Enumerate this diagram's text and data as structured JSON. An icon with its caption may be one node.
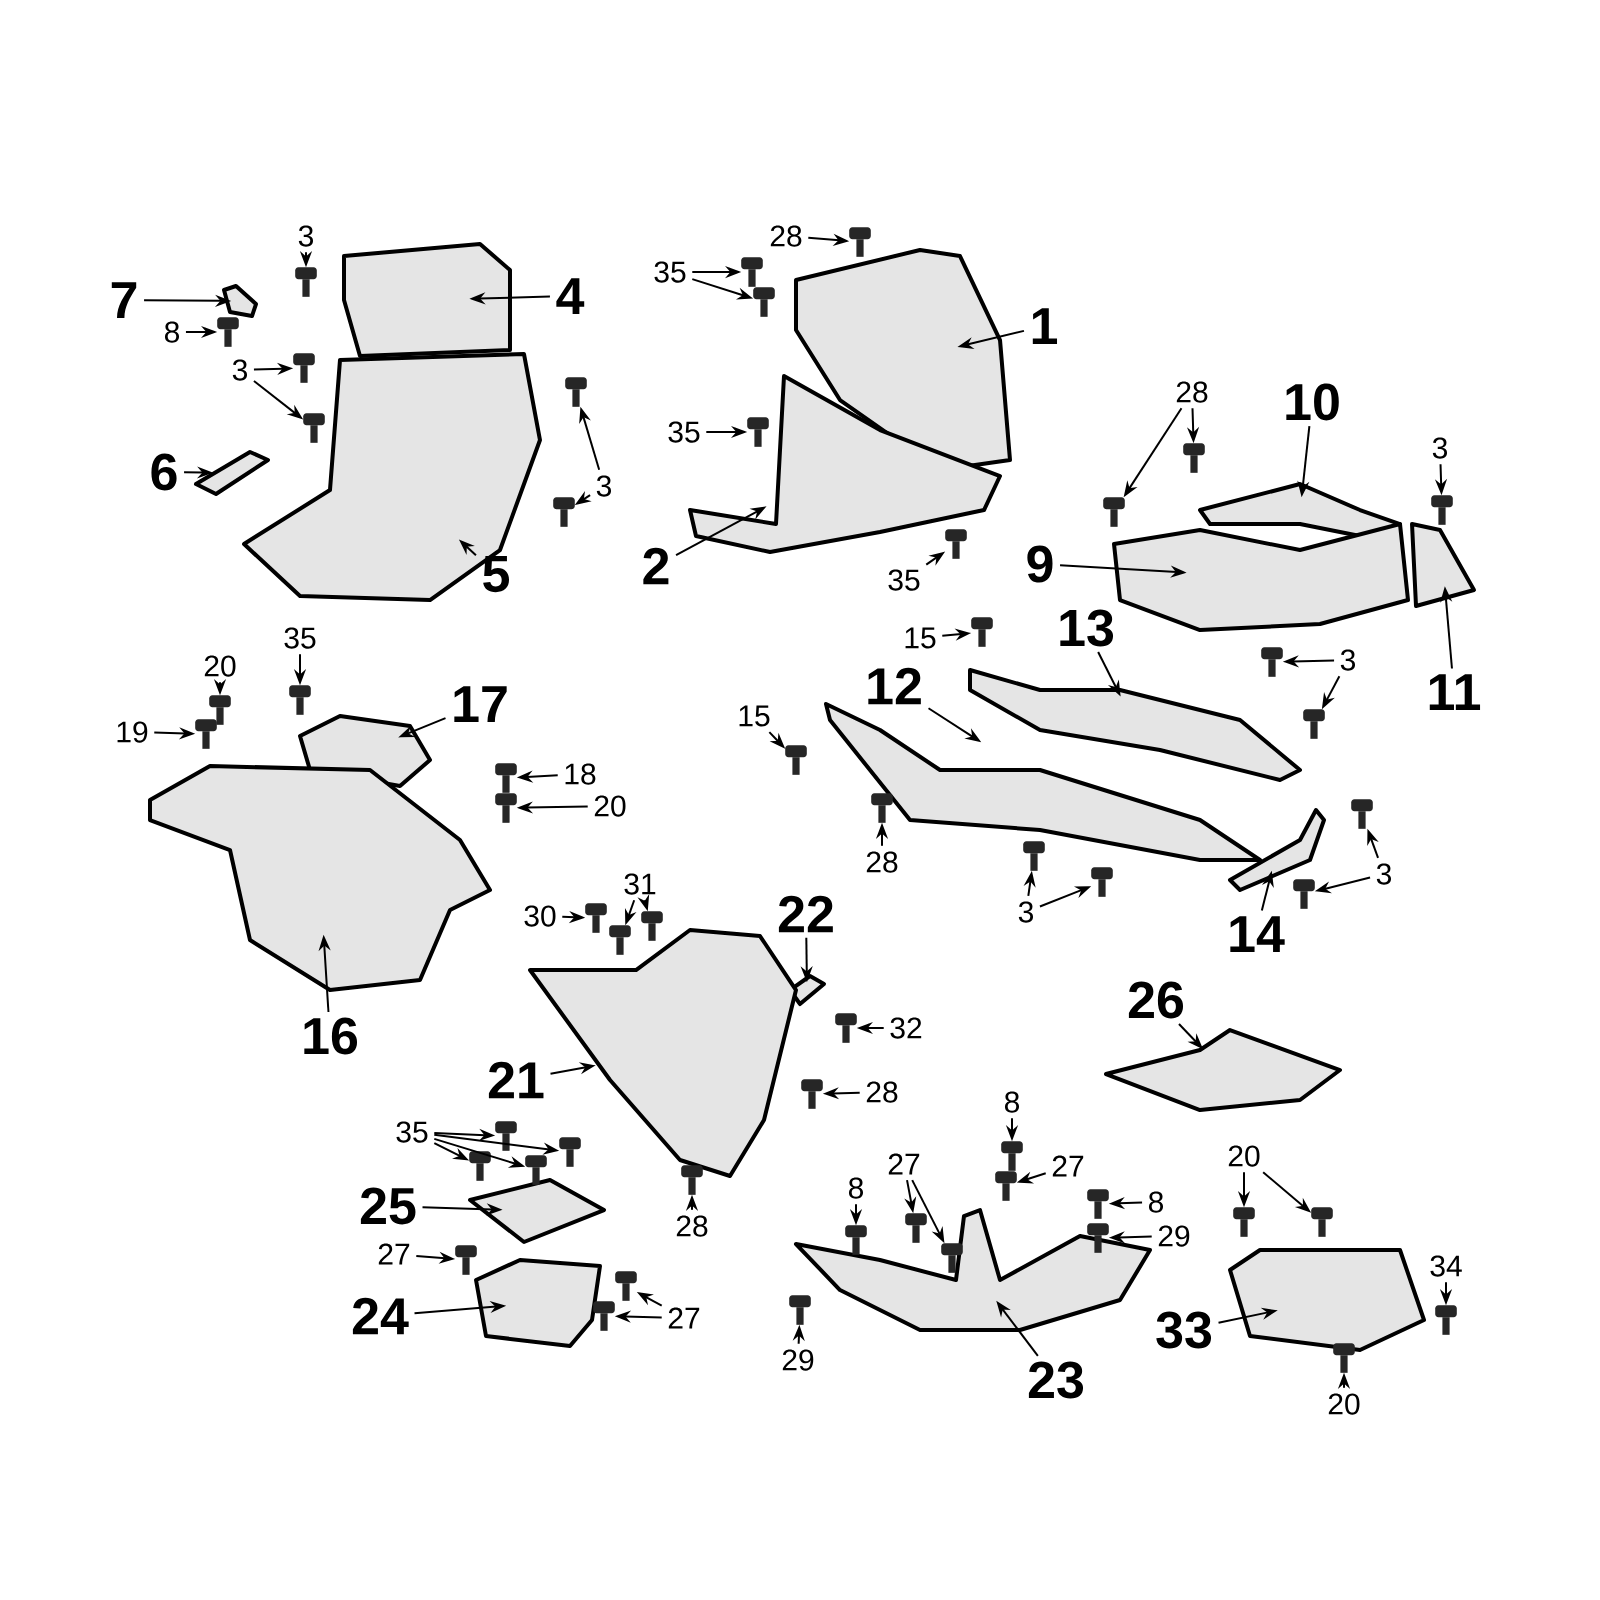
{
  "diagram": {
    "nodes": [
      {
        "text": [
          "7"
        ]
      },
      {
        "text": [],
        "shape": "picture"
      },
      {
        "text": [
          "3"
        ]
      },
      {
        "text": [],
        "shape": "picture"
      },
      {
        "text": [
          "4"
        ]
      },
      {
        "text": [],
        "shape": "picture"
      },
      {
        "text": [
          "8"
        ]
      },
      {
        "text": [],
        "shape": "picture"
      },
      {
        "text": [
          "3"
        ]
      },
      {
        "text": [],
        "shape": "picture"
      },
      {
        "text": [],
        "shape": "picture"
      },
      {
        "text": [
          "6"
        ]
      },
      {
        "text": [],
        "shape": "picture"
      },
      {
        "text": [
          "3"
        ]
      },
      {
        "text": [],
        "shape": "picture"
      },
      {
        "text": [],
        "shape": "picture"
      },
      {
        "text": [
          "5"
        ]
      },
      {
        "text": [],
        "shape": "picture"
      },
      {
        "text": [
          "28"
        ]
      },
      {
        "text": [],
        "shape": "picture"
      },
      {
        "text": [
          "35"
        ]
      },
      {
        "text": [],
        "shape": "picture"
      },
      {
        "text": [],
        "shape": "picture"
      },
      {
        "text": [
          "1"
        ]
      },
      {
        "text": [],
        "shape": "picture"
      },
      {
        "text": [
          "35"
        ]
      },
      {
        "text": [],
        "shape": "picture"
      },
      {
        "text": [
          "2"
        ]
      },
      {
        "text": [],
        "shape": "picture"
      },
      {
        "text": [
          "35"
        ]
      },
      {
        "text": [],
        "shape": "picture"
      },
      {
        "text": [
          "28"
        ]
      },
      {
        "text": [],
        "shape": "picture"
      },
      {
        "text": [],
        "shape": "picture"
      },
      {
        "text": [
          "10"
        ]
      },
      {
        "text": [],
        "shape": "picture"
      },
      {
        "text": [
          "3"
        ]
      },
      {
        "text": [],
        "shape": "picture"
      },
      {
        "text": [
          "9"
        ]
      },
      {
        "text": [],
        "shape": "picture"
      },
      {
        "text": [
          "11"
        ]
      },
      {
        "text": [],
        "shape": "picture"
      },
      {
        "text": [
          "3"
        ]
      },
      {
        "text": [],
        "shape": "picture"
      },
      {
        "text": [],
        "shape": "picture"
      },
      {
        "text": [
          "15"
        ]
      },
      {
        "text": [],
        "shape": "picture"
      },
      {
        "text": [
          "13"
        ]
      },
      {
        "text": [],
        "shape": "picture"
      },
      {
        "text": [
          "15"
        ]
      },
      {
        "text": [],
        "shape": "picture"
      },
      {
        "text": [
          "12"
        ]
      },
      {
        "text": [],
        "shape": "picture"
      },
      {
        "text": [
          "28"
        ]
      },
      {
        "text": [],
        "shape": "picture"
      },
      {
        "text": [
          "3"
        ]
      },
      {
        "text": [],
        "shape": "picture"
      },
      {
        "text": [],
        "shape": "picture"
      },
      {
        "text": [
          "14"
        ]
      },
      {
        "text": [],
        "shape": "picture"
      },
      {
        "text": [
          "3"
        ]
      },
      {
        "text": [],
        "shape": "picture"
      },
      {
        "text": [],
        "shape": "picture"
      },
      {
        "text": [
          "20"
        ]
      },
      {
        "text": [],
        "shape": "picture"
      },
      {
        "text": [
          "19"
        ]
      },
      {
        "text": [],
        "shape": "picture"
      },
      {
        "text": [
          "35"
        ]
      },
      {
        "text": [],
        "shape": "picture"
      },
      {
        "text": [
          "17"
        ]
      },
      {
        "text": [],
        "shape": "picture"
      },
      {
        "text": [
          "18"
        ]
      },
      {
        "text": [],
        "shape": "picture"
      },
      {
        "text": [
          "20"
        ]
      },
      {
        "text": [],
        "shape": "picture"
      },
      {
        "text": [
          "16"
        ]
      },
      {
        "text": [],
        "shape": "picture"
      },
      {
        "text": [
          "30"
        ]
      },
      {
        "text": [],
        "shape": "picture"
      },
      {
        "text": [
          "31"
        ]
      },
      {
        "text": [],
        "shape": "picture"
      },
      {
        "text": [],
        "shape": "picture"
      },
      {
        "text": [
          "22"
        ]
      },
      {
        "text": [],
        "shape": "picture"
      },
      {
        "text": [
          "32"
        ]
      },
      {
        "text": [],
        "shape": "picture"
      },
      {
        "text": [
          "21"
        ]
      },
      {
        "text": [],
        "shape": "picture"
      },
      {
        "text": [
          "28"
        ]
      },
      {
        "text": [],
        "shape": "picture"
      },
      {
        "text": [
          "28"
        ]
      },
      {
        "text": [],
        "shape": "picture"
      },
      {
        "text": [
          "35"
        ]
      },
      {
        "text": [],
        "shape": "picture"
      },
      {
        "text": [],
        "shape": "picture"
      },
      {
        "text": [],
        "shape": "picture"
      },
      {
        "text": [],
        "shape": "picture"
      },
      {
        "text": [
          "25"
        ]
      },
      {
        "text": [],
        "shape": "picture"
      },
      {
        "text": [
          "27"
        ]
      },
      {
        "text": [],
        "shape": "picture"
      },
      {
        "text": [
          "24"
        ]
      },
      {
        "text": [],
        "shape": "picture"
      },
      {
        "text": [
          "27"
        ]
      },
      {
        "text": [],
        "shape": "picture"
      },
      {
        "text": [],
        "shape": "picture"
      },
      {
        "text": [
          "8"
        ]
      },
      {
        "text": [],
        "shape": "picture"
      },
      {
        "text": [
          "27"
        ]
      },
      {
        "text": [],
        "shape": "picture"
      },
      {
        "text": [
          "8"
        ]
      },
      {
        "text": [],
        "shape": "picture"
      },
      {
        "text": [
          "27"
        ]
      },
      {
        "text": [],
        "shape": "picture"
      },
      {
        "text": [],
        "shape": "picture"
      },
      {
        "text": [
          "8"
        ]
      },
      {
        "text": [],
        "shape": "picture"
      },
      {
        "text": [
          "29"
        ]
      },
      {
        "text": [],
        "shape": "picture"
      },
      {
        "text": [
          "29"
        ]
      },
      {
        "text": [],
        "shape": "picture"
      },
      {
        "text": [
          "23"
        ]
      },
      {
        "text": [],
        "shape": "picture"
      },
      {
        "text": [
          "26"
        ]
      },
      {
        "text": [],
        "shape": "picture"
      },
      {
        "text": [
          "20"
        ]
      },
      {
        "text": [],
        "shape": "picture"
      },
      {
        "text": [],
        "shape": "picture"
      },
      {
        "text": [
          "34"
        ]
      },
      {
        "text": [],
        "shape": "picture"
      },
      {
        "text": [
          "33"
        ]
      },
      {
        "text": [],
        "shape": "picture"
      },
      {
        "text": [
          "20"
        ]
      },
      {
        "text": [],
        "shape": "picture"
      }
    ],
    "edges": [
      {
        "from": 0,
        "to": 1,
        "arrow": "to"
      },
      {
        "from": 2,
        "to": 3,
        "arrow": "to"
      },
      {
        "from": 4,
        "to": 5,
        "arrow": "to"
      },
      {
        "from": 6,
        "to": 7,
        "arrow": "to"
      },
      {
        "from": 8,
        "to": 9,
        "arrow": "to"
      },
      {
        "from": 8,
        "to": 10,
        "arrow": "to"
      },
      {
        "from": 11,
        "to": 12,
        "arrow": "to"
      },
      {
        "from": 13,
        "to": 14,
        "arrow": "to"
      },
      {
        "from": 13,
        "to": 15,
        "arrow": "to"
      },
      {
        "from": 16,
        "to": 17,
        "arrow": "to"
      },
      {
        "from": 18,
        "to": 19,
        "arrow": "to"
      },
      {
        "from": 20,
        "to": 21,
        "arrow": "to"
      },
      {
        "from": 20,
        "to": 22,
        "arrow": "to"
      },
      {
        "from": 23,
        "to": 24,
        "arrow": "to"
      },
      {
        "from": 25,
        "to": 26,
        "arrow": "to"
      },
      {
        "from": 27,
        "to": 28,
        "arrow": "to"
      },
      {
        "from": 29,
        "to": 30,
        "arrow": "to"
      },
      {
        "from": 31,
        "to": 32,
        "arrow": "to"
      },
      {
        "from": 31,
        "to": 33,
        "arrow": "to"
      },
      {
        "from": 34,
        "to": 35,
        "arrow": "to"
      },
      {
        "from": 36,
        "to": 37,
        "arrow": "to"
      },
      {
        "from": 38,
        "to": 39,
        "arrow": "to"
      },
      {
        "from": 40,
        "to": 41,
        "arrow": "to"
      },
      {
        "from": 42,
        "to": 43,
        "arrow": "to"
      },
      {
        "from": 42,
        "to": 44,
        "arrow": "to"
      },
      {
        "from": 45,
        "to": 46,
        "arrow": "to"
      },
      {
        "from": 47,
        "to": 48,
        "arrow": "to"
      },
      {
        "from": 49,
        "to": 50,
        "arrow": "to"
      },
      {
        "from": 51,
        "to": 52,
        "arrow": "to"
      },
      {
        "from": 53,
        "to": 54,
        "arrow": "to"
      },
      {
        "from": 55,
        "to": 56,
        "arrow": "to"
      },
      {
        "from": 55,
        "to": 57,
        "arrow": "to"
      },
      {
        "from": 58,
        "to": 59,
        "arrow": "to"
      },
      {
        "from": 60,
        "to": 61,
        "arrow": "to"
      },
      {
        "from": 60,
        "to": 62,
        "arrow": "to"
      },
      {
        "from": 63,
        "to": 64,
        "arrow": "to"
      },
      {
        "from": 65,
        "to": 66,
        "arrow": "to"
      },
      {
        "from": 67,
        "to": 68,
        "arrow": "to"
      },
      {
        "from": 69,
        "to": 70,
        "arrow": "to"
      },
      {
        "from": 71,
        "to": 72,
        "arrow": "to"
      },
      {
        "from": 73,
        "to": 74,
        "arrow": "to"
      },
      {
        "from": 75,
        "to": 76,
        "arrow": "to"
      },
      {
        "from": 77,
        "to": 78,
        "arrow": "to"
      },
      {
        "from": 79,
        "to": 80,
        "arrow": "to"
      },
      {
        "from": 79,
        "to": 81,
        "arrow": "to"
      },
      {
        "from": 82,
        "to": 83,
        "arrow": "to"
      },
      {
        "from": 84,
        "to": 85,
        "arrow": "to"
      },
      {
        "from": 86,
        "to": 87,
        "arrow": "to"
      },
      {
        "from": 88,
        "to": 89,
        "arrow": "to"
      },
      {
        "from": 90,
        "to": 91,
        "arrow": "to"
      },
      {
        "from": 92,
        "to": 93,
        "arrow": "to"
      },
      {
        "from": 92,
        "to": 94,
        "arrow": "to"
      },
      {
        "from": 92,
        "to": 95,
        "arrow": "to"
      },
      {
        "from": 92,
        "to": 96,
        "arrow": "to"
      },
      {
        "from": 97,
        "to": 98,
        "arrow": "to"
      },
      {
        "from": 99,
        "to": 100,
        "arrow": "to"
      },
      {
        "from": 101,
        "to": 102,
        "arrow": "to"
      },
      {
        "from": 103,
        "to": 104,
        "arrow": "to"
      },
      {
        "from": 103,
        "to": 105,
        "arrow": "to"
      },
      {
        "from": 106,
        "to": 107,
        "arrow": "to"
      },
      {
        "from": 108,
        "to": 109,
        "arrow": "to"
      },
      {
        "from": 110,
        "to": 111,
        "arrow": "to"
      },
      {
        "from": 112,
        "to": 113,
        "arrow": "to"
      },
      {
        "from": 112,
        "to": 114,
        "arrow": "to"
      },
      {
        "from": 115,
        "to": 116,
        "arrow": "to"
      },
      {
        "from": 117,
        "to": 118,
        "arrow": "to"
      },
      {
        "from": 119,
        "to": 120,
        "arrow": "to"
      },
      {
        "from": 121,
        "to": 122,
        "arrow": "to"
      },
      {
        "from": 123,
        "to": 124,
        "arrow": "to"
      },
      {
        "from": 125,
        "to": 126,
        "arrow": "to"
      },
      {
        "from": 125,
        "to": 127,
        "arrow": "to"
      },
      {
        "from": 128,
        "to": 129,
        "arrow": "to"
      },
      {
        "from": 130,
        "to": 131,
        "arrow": "to"
      },
      {
        "from": 132,
        "to": 133,
        "arrow": "to"
      }
    ]
  }
}
